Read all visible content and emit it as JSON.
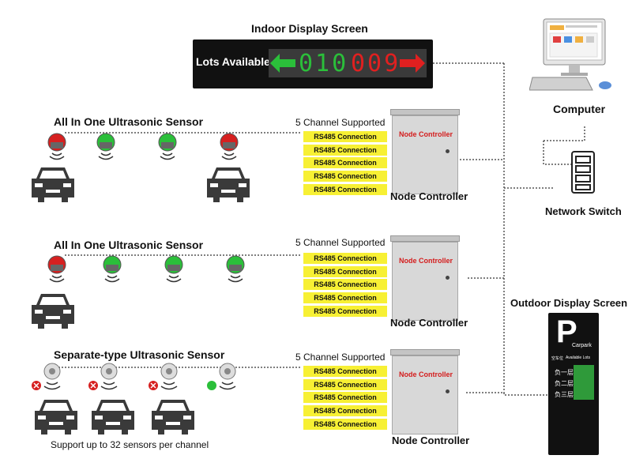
{
  "indoor_screen": {
    "title": "Indoor Display Screen",
    "label": "Lots Available",
    "digits_green": "010",
    "digits_red": "009",
    "left_arrow_color": "#2bbf3a",
    "right_arrow_color": "#e02020"
  },
  "computer": {
    "label": "Computer"
  },
  "network_switch": {
    "label": "Network Switch"
  },
  "outdoor_screen": {
    "title": "Outdoor Display Screen",
    "big_letter": "P",
    "sub": "Carpark",
    "subtitle_cn": "空车位",
    "subtitle_en": "Available Lots",
    "floors": [
      "负一层",
      "负二层",
      "负三层"
    ]
  },
  "groups": [
    {
      "sensor_title": "All In One Ultrasonic Sensor",
      "channel_title": "5 Channel Supported",
      "channels": [
        "RS485 Connection",
        "RS485 Connection",
        "RS485 Connection",
        "RS485 Connection",
        "RS485 Connection"
      ],
      "controller_label": "Node Controller",
      "controller_caption": "Node Controller"
    },
    {
      "sensor_title": "All In One Ultrasonic Sensor",
      "channel_title": "5 Channel Supported",
      "channels": [
        "RS485 Connection",
        "RS485 Connection",
        "RS485 Connection",
        "RS485 Connection",
        "RS485 Connection"
      ],
      "controller_label": "Node Controller",
      "controller_caption": "Node Controller"
    },
    {
      "sensor_title": "Separate-type Ultrasonic Sensor",
      "channel_title": "5 Channel Supported",
      "channels": [
        "RS485 Connection",
        "RS485 Connection",
        "RS485 Connection",
        "RS485 Connection",
        "RS485 Connection"
      ],
      "controller_label": "Node Controller",
      "controller_caption": "Node Controller",
      "note": "Support up to 32 sensors per channel"
    }
  ],
  "colors": {
    "occupied": "#d62020",
    "free": "#2bbf3a",
    "rs485": "#f7f034",
    "wire": "#555555"
  }
}
